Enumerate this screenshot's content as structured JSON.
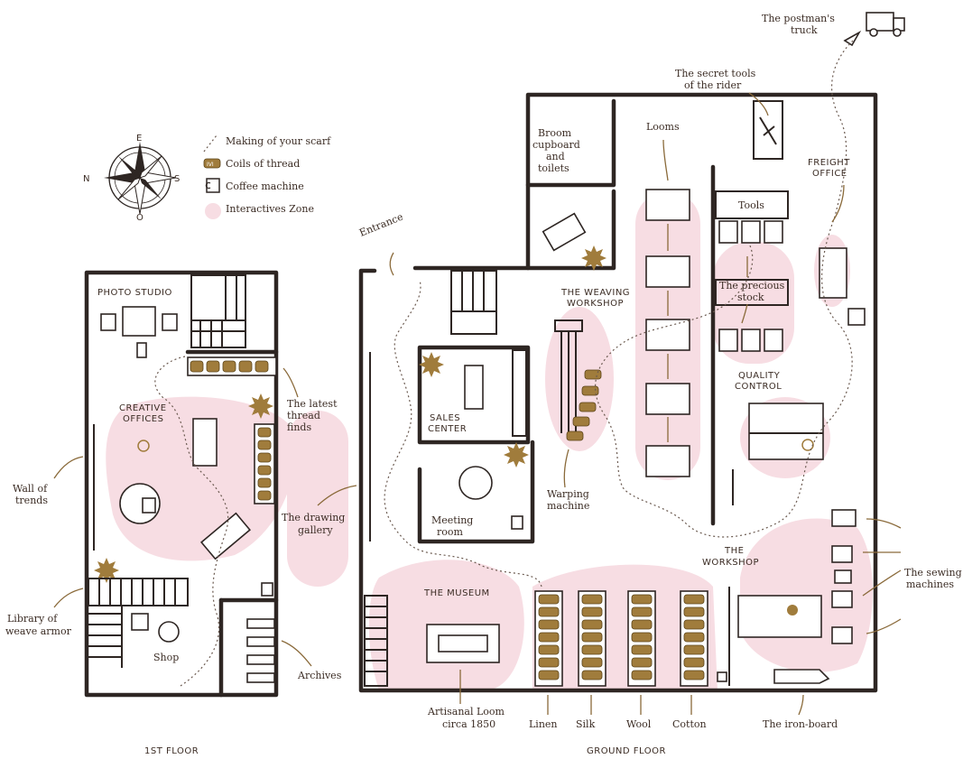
{
  "legend": {
    "path_label": "Making of your scarf",
    "coils_label": "Coils of thread",
    "coffee_label": "Coffee machine",
    "zone_label": "Interactives Zone",
    "coil_glyph": "IVI",
    "compass": {
      "n": "N",
      "e": "E",
      "s": "S",
      "o": "O"
    }
  },
  "floors": {
    "first": "1ST FLOOR",
    "ground": "GROUND FLOOR"
  },
  "first_floor": {
    "photo_studio": "PHOTO STUDIO",
    "creative_offices_1": "CREATIVE",
    "creative_offices_2": "OFFICES",
    "latest_thread_1": "The latest",
    "latest_thread_2": "thread",
    "latest_thread_3": "finds",
    "wall_of_trends_1": "Wall of",
    "wall_of_trends_2": "trends",
    "drawing_gallery_1": "The drawing",
    "drawing_gallery_2": "gallery",
    "library_1": "Library of",
    "library_2": "weave armor",
    "shop": "Shop",
    "archives": "Archives"
  },
  "ground_floor": {
    "postman_1": "The postman's",
    "postman_2": "truck",
    "secret_tools_1": "The secret tools",
    "secret_tools_2": "of the rider",
    "broom_1": "Broom",
    "broom_2": "cupboard",
    "broom_3": "and",
    "broom_4": "toilets",
    "looms": "Looms",
    "freight_1": "FREIGHT",
    "freight_2": "OFFICE",
    "tools": "Tools",
    "entrance": "Entrance",
    "weaving_1": "THE WEAVING",
    "weaving_2": "WORKSHOP",
    "precious_1": "The precious",
    "precious_2": "stock",
    "quality_1": "QUALITY",
    "quality_2": "CONTROL",
    "sales_1": "SALES",
    "sales_2": "CENTER",
    "warping_1": "Warping",
    "warping_2": "machine",
    "meeting_1": "Meeting",
    "meeting_2": "room",
    "workshop_1": "THE",
    "workshop_2": "WORKSHOP",
    "sewing_1": "The sewing",
    "sewing_2": "machines",
    "museum": "THE MUSEUM",
    "artisanal_1": "Artisanal Loom",
    "artisanal_2": "circa 1850",
    "linen": "Linen",
    "silk": "Silk",
    "wool": "Wool",
    "cotton": "Cotton",
    "iron_board": "The iron-board"
  },
  "colors": {
    "wall": "#2e2623",
    "zone": "#f7dde3",
    "accent": "#a07c3c"
  }
}
